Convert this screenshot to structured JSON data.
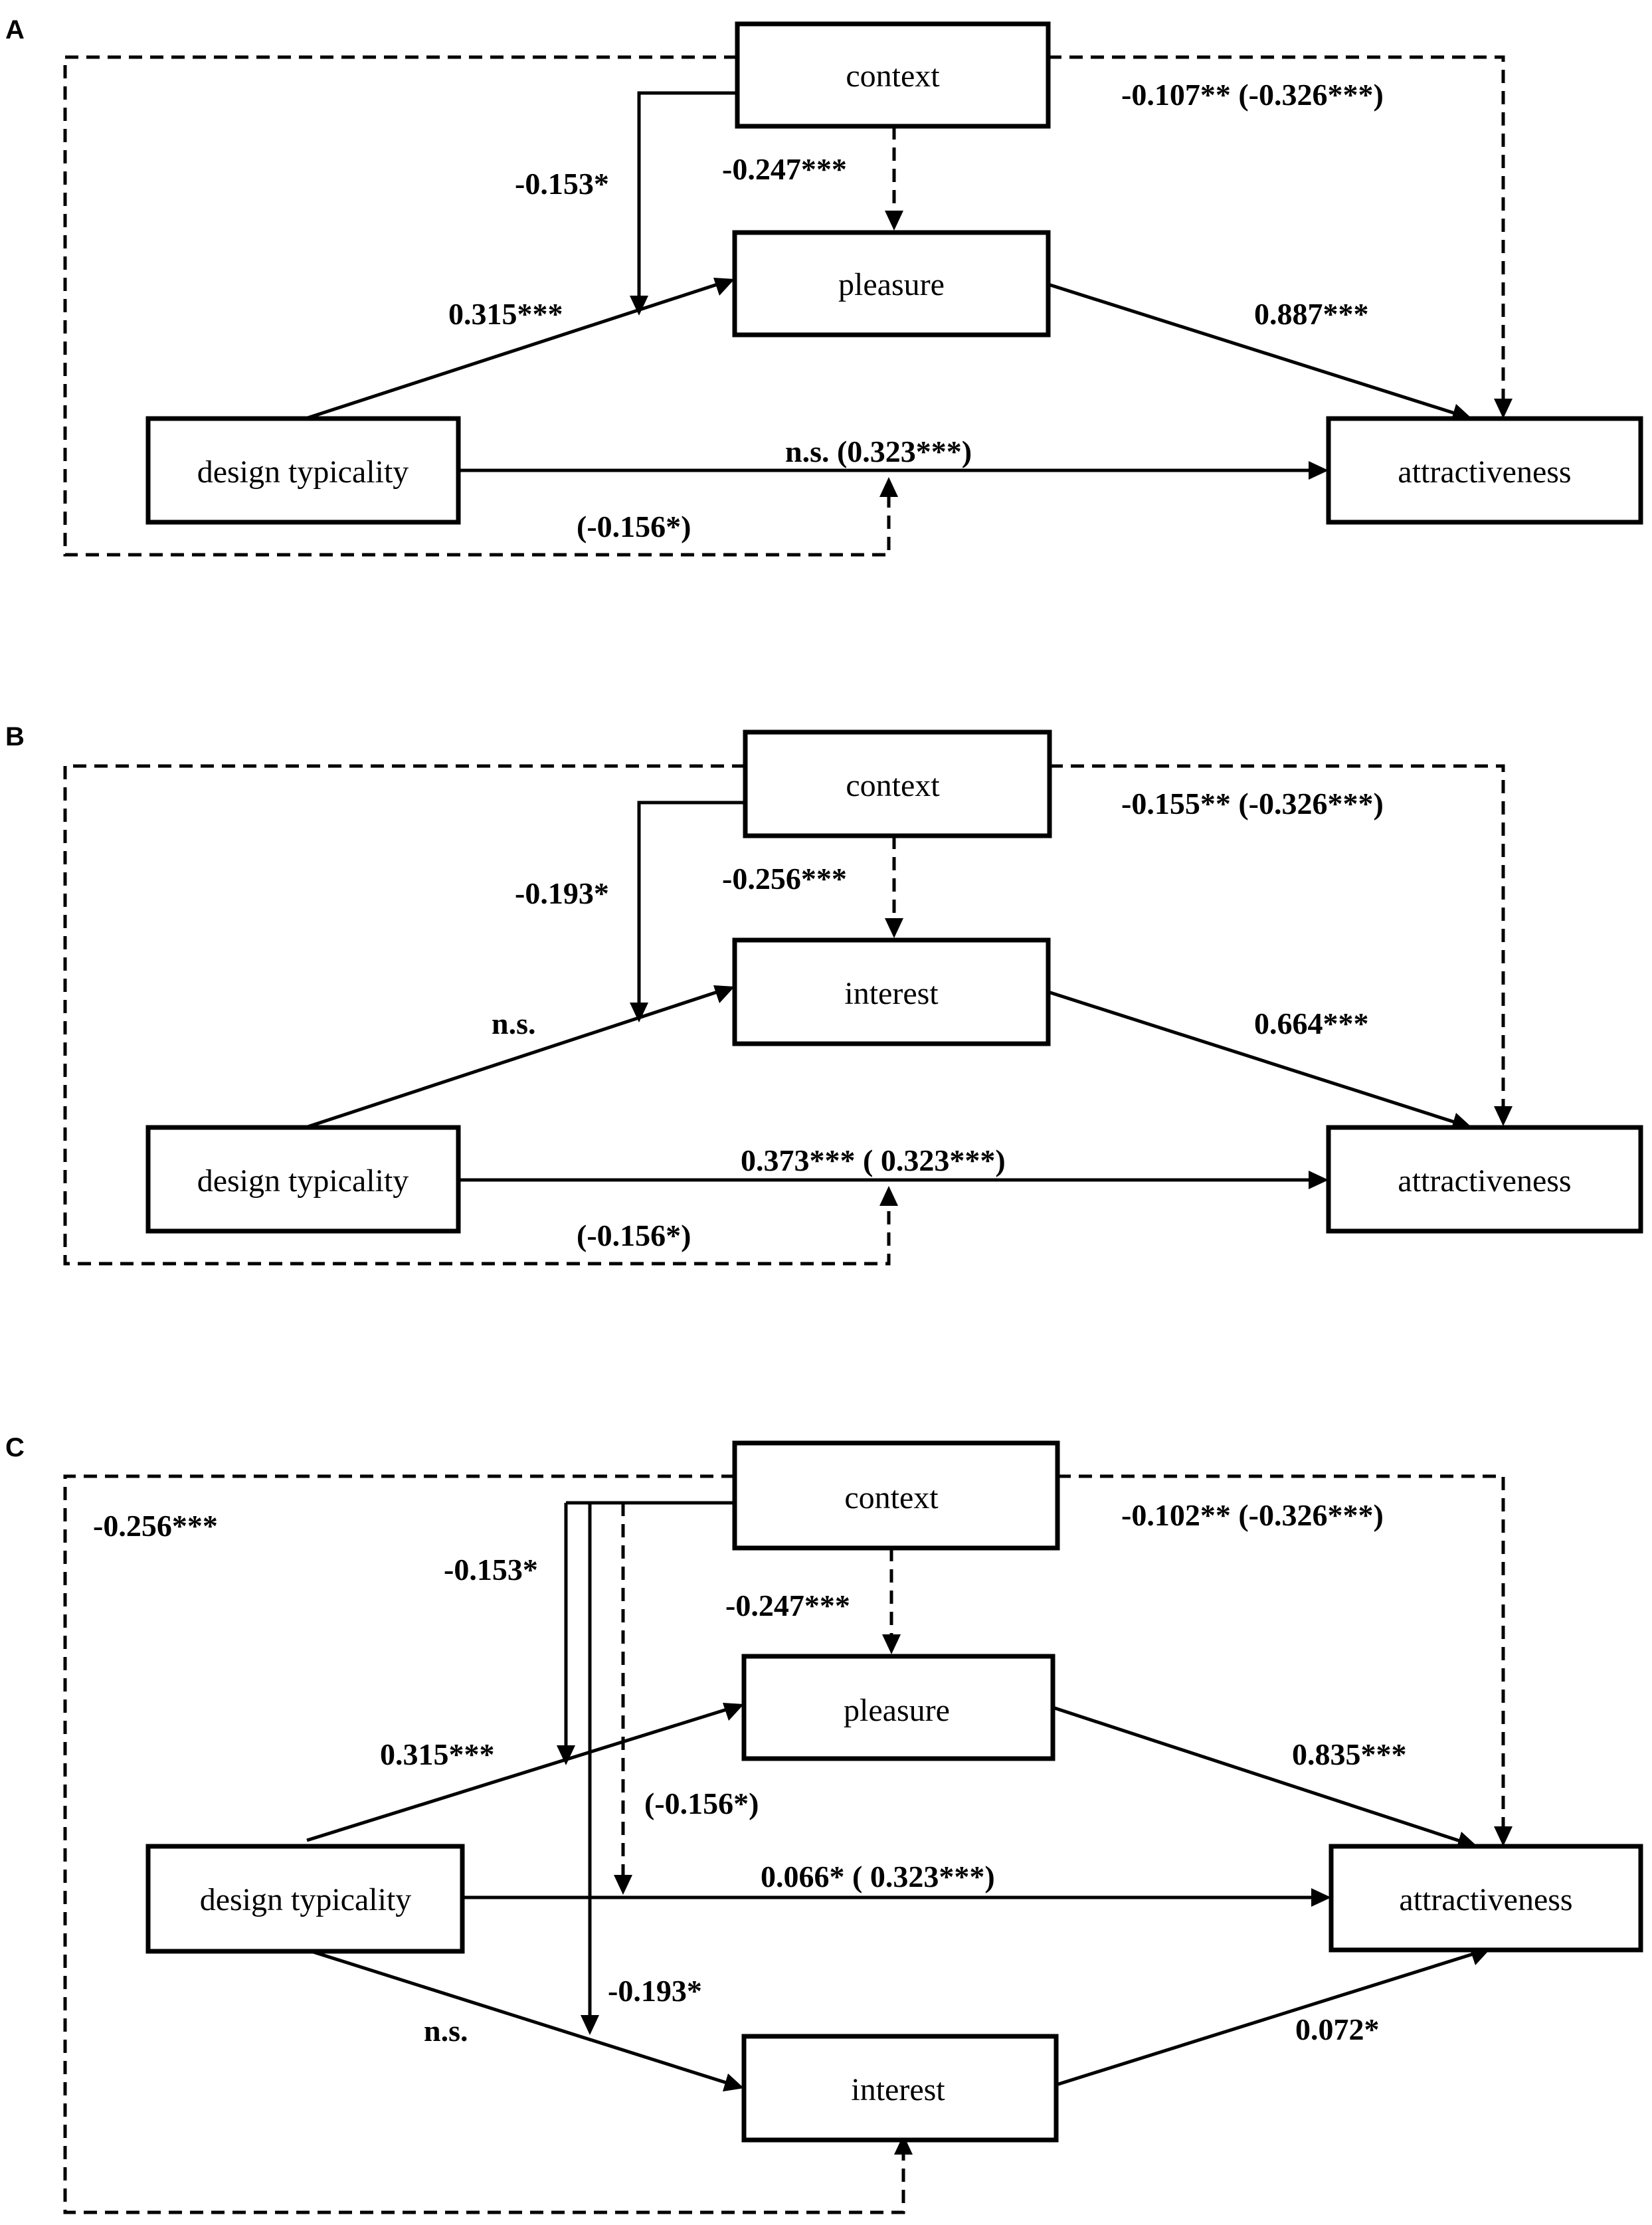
{
  "panels": [
    {
      "letter": "A",
      "nodes": {
        "context": "context",
        "mediator": "pleasure",
        "design": "design typicality",
        "attract": "attractiveness"
      },
      "coefs": {
        "context_moderation": "-0.153*",
        "context_to_mediator": "-0.247***",
        "context_to_attract": "-0.107** (-0.326***)",
        "design_to_mediator": "0.315***",
        "mediator_to_attract": "0.887***",
        "design_to_attract": "n.s. (0.323***)",
        "context_loop": "(-0.156*)"
      }
    },
    {
      "letter": "B",
      "nodes": {
        "context": "context",
        "mediator": "interest",
        "design": "design typicality",
        "attract": "attractiveness"
      },
      "coefs": {
        "context_moderation": "-0.193*",
        "context_to_mediator": "-0.256***",
        "context_to_attract": "-0.155** (-0.326***)",
        "design_to_mediator": "n.s.",
        "mediator_to_attract": "0.664***",
        "design_to_attract": "0.373*** ( 0.323***)",
        "context_loop": "(-0.156*)"
      }
    },
    {
      "letter": "C",
      "nodes": {
        "context": "context",
        "pleasure": "pleasure",
        "design": "design typicality",
        "attract": "attractiveness",
        "interest": "interest"
      },
      "coefs": {
        "context_to_interest": "-0.256***",
        "context_mod_pleasure": "-0.153*",
        "context_to_pleasure": "-0.247***",
        "context_to_attract": "-0.102** (-0.326***)",
        "design_to_pleasure": "0.315***",
        "context_mod_direct": "(-0.156*)",
        "pleasure_to_attract": "0.835***",
        "design_to_attract": "0.066* ( 0.323***)",
        "context_mod_interest": "-0.193*",
        "design_to_interest": "n.s.",
        "interest_to_attract": "0.072*"
      }
    }
  ]
}
